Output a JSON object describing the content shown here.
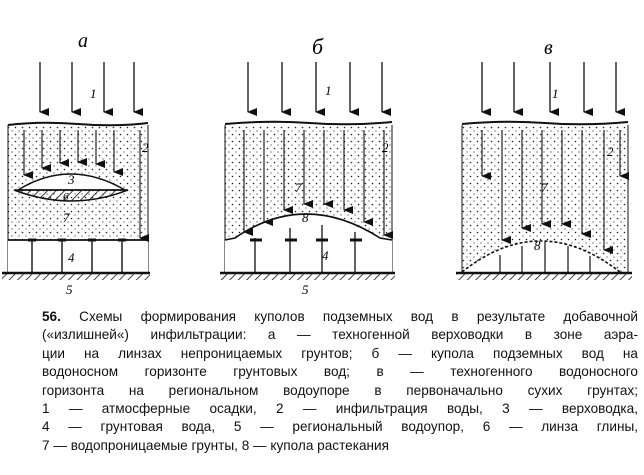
{
  "panels": [
    {
      "letter": "а",
      "labels": {
        "n1": "1",
        "n2": "2",
        "n3": "3",
        "n6": "6",
        "n7": "7",
        "n4": "4",
        "n5": "5"
      }
    },
    {
      "letter": "б",
      "labels": {
        "n1": "1",
        "n2": "2",
        "n7": "7",
        "n8": "8",
        "n4": "4",
        "n5": "5"
      }
    },
    {
      "letter": "в",
      "labels": {
        "n1": "1",
        "n2": "2",
        "n7": "7",
        "n8": "8"
      }
    }
  ],
  "caption": {
    "number": "56.",
    "lines": [
      "Схемы формирования куполов подземных вод в результате добавочной",
      "(«излишней«) инфильтрации: а — техногенной верховодки в зоне аэра-",
      "ции на линзах непроницаемых грунтов; б — купола подземных вод на",
      "водоносном горизонте грунтовых вод; в — техногенного водоносного",
      "горизонта на региональном водоупоре в первоначально сухих грунтах;",
      "1 — атмосферные осадки, 2 — инфильтрация воды, 3 — верховодка,",
      "4 — грунтовая вода, 5 — региональный водоупор, 6 — линза глины,",
      "7 — водопроницаемые грунты, 8 — купола растекания"
    ]
  }
}
